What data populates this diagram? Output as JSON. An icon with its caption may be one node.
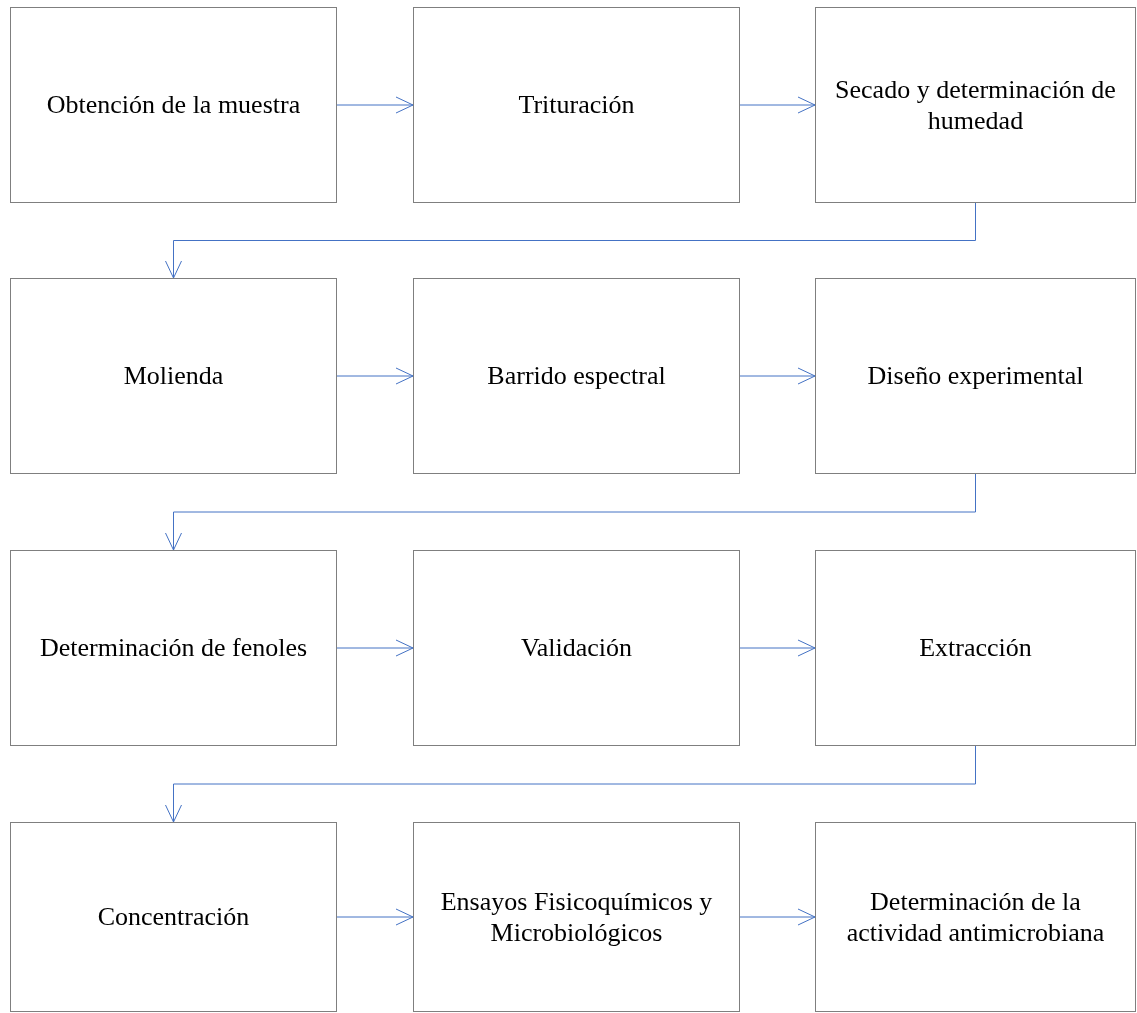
{
  "diagram": {
    "nodes": [
      {
        "text": [
          "Obtención de la muestra"
        ]
      },
      {
        "text": [
          "Trituración"
        ]
      },
      {
        "text": [
          "Secado y determinación de humedad"
        ]
      },
      {
        "text": [
          "Molienda"
        ]
      },
      {
        "text": [
          "Barrido espectral"
        ]
      },
      {
        "text": [
          "Diseño experimental"
        ]
      },
      {
        "text": [
          "Determinación de fenoles"
        ]
      },
      {
        "text": [
          "Validación"
        ]
      },
      {
        "text": [
          "Extracción"
        ]
      },
      {
        "text": [
          "Concentración"
        ]
      },
      {
        "text": [
          "Ensayos Fisicoquímicos y Microbiológicos"
        ]
      },
      {
        "text": [
          "Determinación de la actividad antimicrobiana"
        ]
      }
    ],
    "edges": [
      {
        "from": 0,
        "to": 1,
        "arrow": "to"
      },
      {
        "from": 1,
        "to": 2,
        "arrow": "to"
      },
      {
        "from": 2,
        "to": 3,
        "arrow": "to"
      },
      {
        "from": 3,
        "to": 4,
        "arrow": "to"
      },
      {
        "from": 4,
        "to": 5,
        "arrow": "to"
      },
      {
        "from": 5,
        "to": 6,
        "arrow": "to"
      },
      {
        "from": 6,
        "to": 7,
        "arrow": "to"
      },
      {
        "from": 7,
        "to": 8,
        "arrow": "to"
      },
      {
        "from": 8,
        "to": 9,
        "arrow": "to"
      },
      {
        "from": 9,
        "to": 10,
        "arrow": "to"
      },
      {
        "from": 10,
        "to": 11,
        "arrow": "to"
      }
    ]
  }
}
